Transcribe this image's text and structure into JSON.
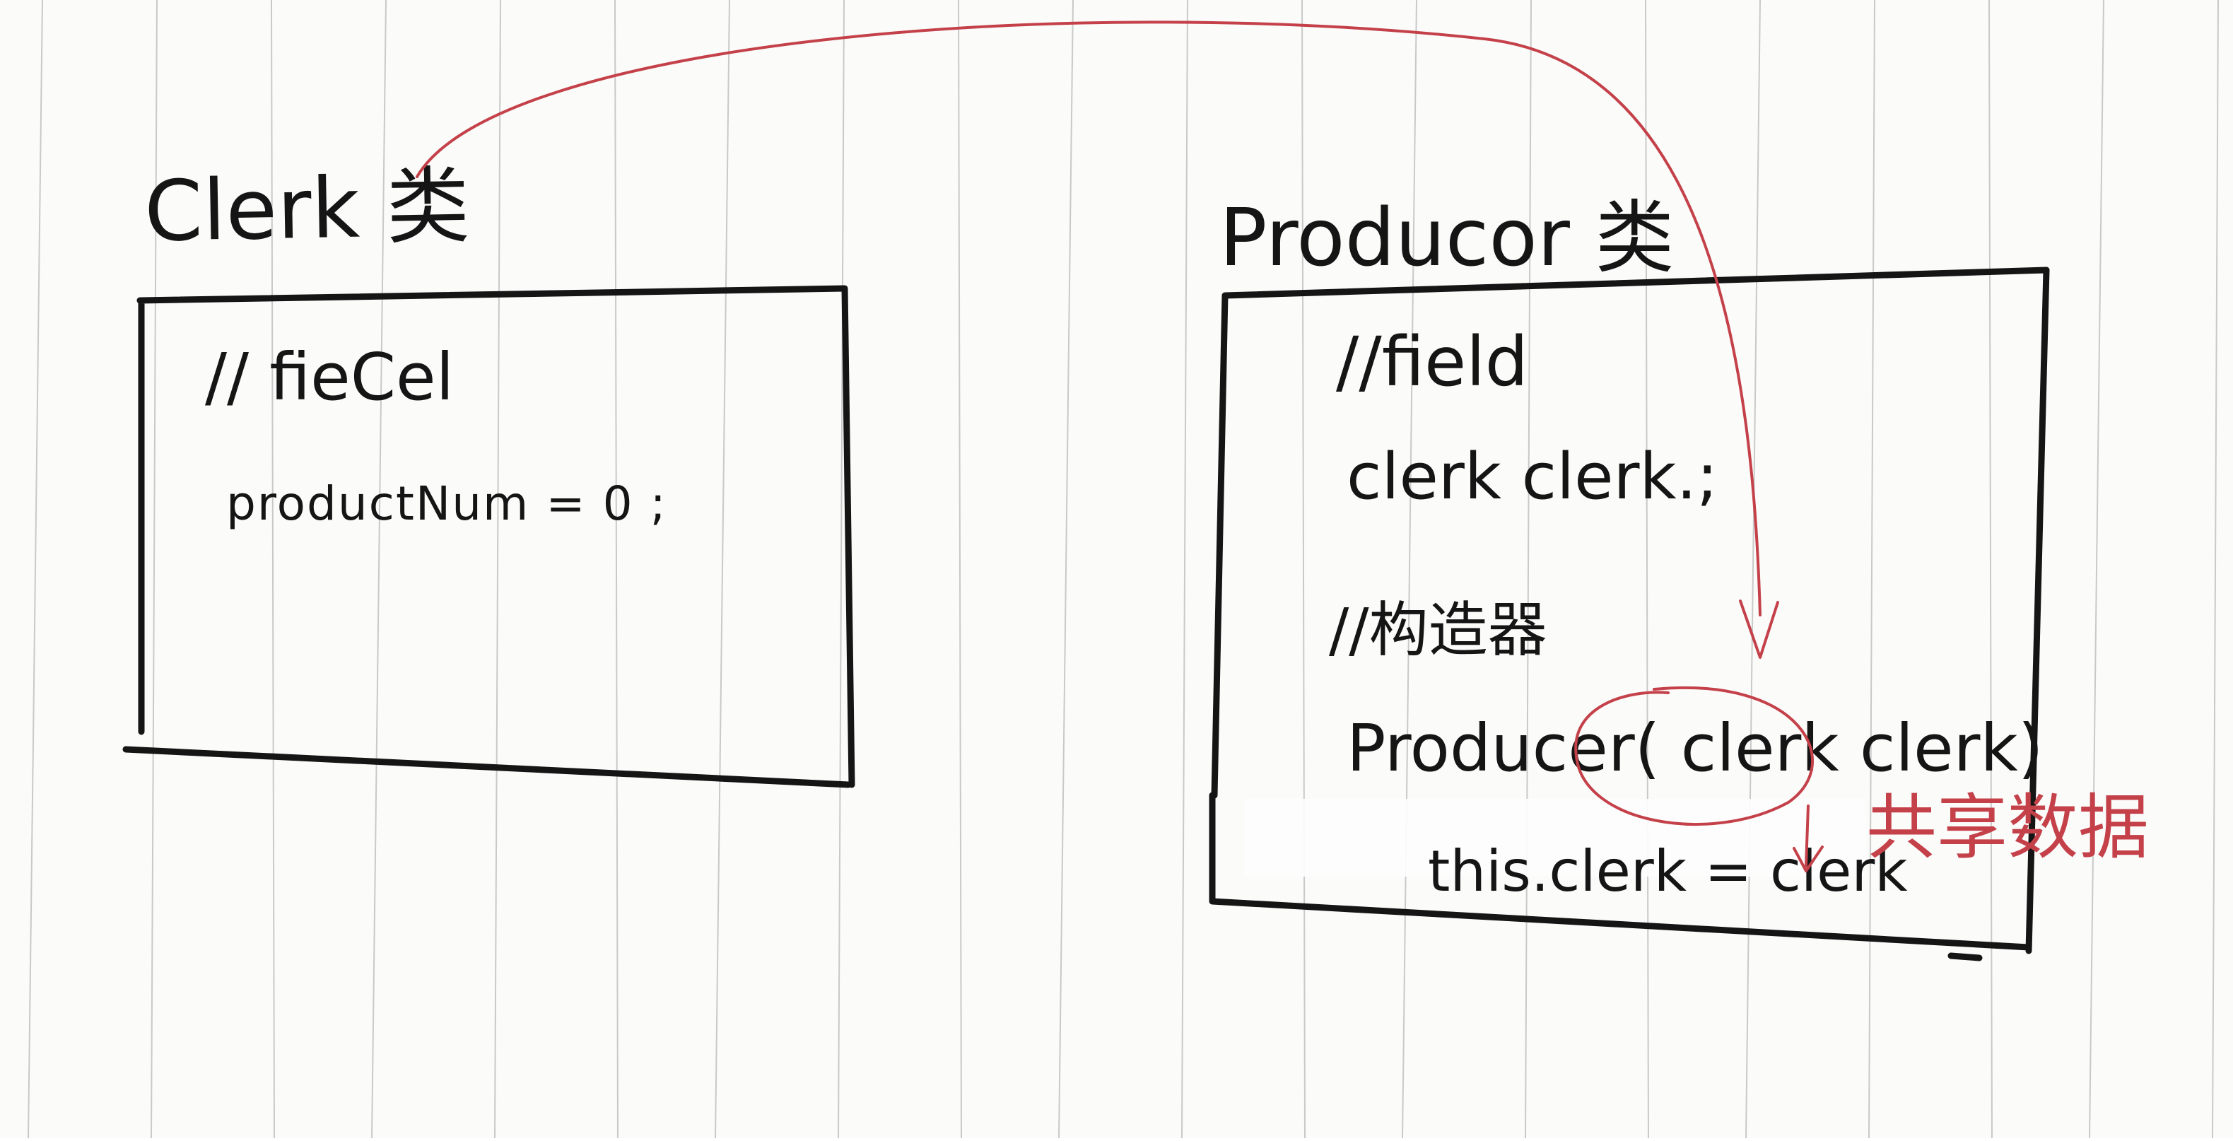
{
  "colors": {
    "paper": "#fbfbfa",
    "ruling": "#c9c9c9",
    "ink": "#151515",
    "red_ink": "#c4414a"
  },
  "clerk_class": {
    "title": "Clerk 类",
    "comment": "// fieCel",
    "field": "productNum = 0  ;"
  },
  "producer_class": {
    "title": "Producor 类",
    "field_comment": "//field",
    "field": "clerk  clerk.;",
    "ctor_comment": "//构造器",
    "ctor_signature": "Producer( clerk clerk)",
    "ctor_body": "this.clerk = clerk"
  },
  "annotation": {
    "shared_data": "共享数据"
  }
}
